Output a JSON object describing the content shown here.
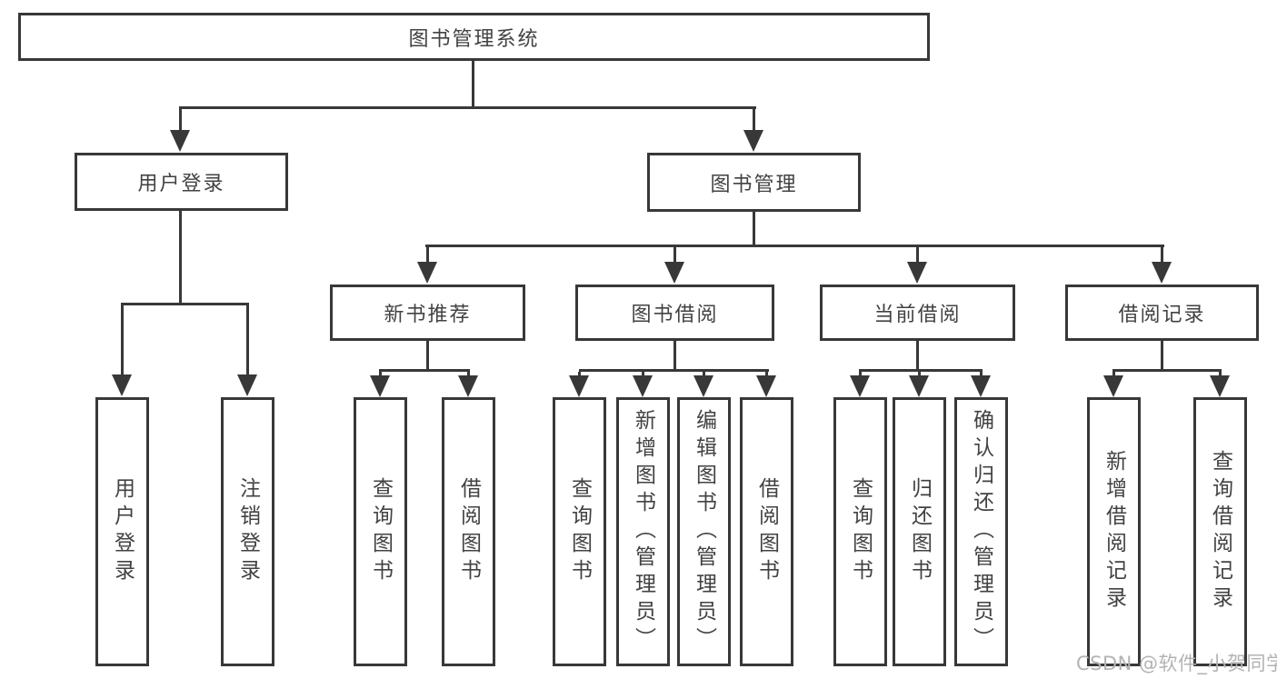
{
  "diagram_title": "图书管理系统",
  "tree": {
    "root": {
      "label": "图书管理系统"
    },
    "branches": [
      {
        "label": "用户登录",
        "children": [
          {
            "label": "用户登录"
          },
          {
            "label": "注销登录"
          }
        ]
      },
      {
        "label": "图书管理",
        "children": [
          {
            "label": "新书推荐",
            "children": [
              {
                "label": "查询图书"
              },
              {
                "label": "借阅图书"
              }
            ]
          },
          {
            "label": "图书借阅",
            "children": [
              {
                "label": "查询图书"
              },
              {
                "label": "新增图书（管理员）"
              },
              {
                "label": "编辑图书（管理员）"
              },
              {
                "label": "借阅图书"
              }
            ]
          },
          {
            "label": "当前借阅",
            "children": [
              {
                "label": "查询图书"
              },
              {
                "label": "归还图书"
              },
              {
                "label": "确认归还（管理员）"
              }
            ]
          },
          {
            "label": "借阅记录",
            "children": [
              {
                "label": "新增借阅记录"
              },
              {
                "label": "查询借阅记录"
              }
            ]
          }
        ]
      }
    ]
  },
  "watermark": {
    "text": "CSDN @软件_小贺同学"
  },
  "colors": {
    "line": "#383838",
    "text": "#424242",
    "background": "#ffffff",
    "watermark": "#b3b3b3"
  }
}
